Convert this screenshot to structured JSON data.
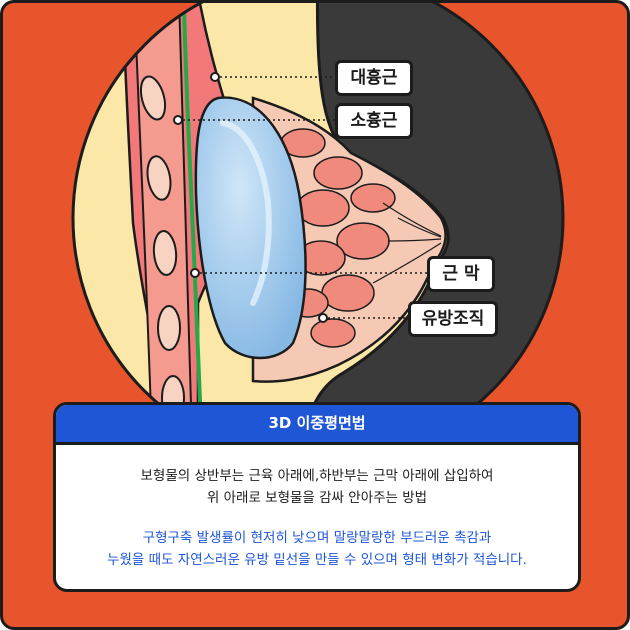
{
  "colors": {
    "background": "#E8542B",
    "accent_blue": "#1E56D6",
    "outline": "#1c1c1c",
    "skin": "#FBE7A8",
    "muscle": "#F2787A",
    "implant": "#9CC6EA",
    "fascia": "#26A84A",
    "gland": "#F3B8A8",
    "dark": "#3A3A3A"
  },
  "labels": {
    "major_muscle": "대흉근",
    "minor_muscle": "소흉근",
    "fascia": "근 막",
    "breast_tissue": "유방조직"
  },
  "card": {
    "title": "3D 이중평면법",
    "description_lines": [
      "보형물의 상반부는 근육 아래에,하반부는 근막 아래에 삽입하여",
      "위 아래로 보형물을 감싸 안아주는 방법"
    ],
    "highlight_lines": [
      "구형구축 발생률이 현저히 낮으며 말랑말랑한 부드러운 촉감과",
      "누웠을 때도 자연스러운 유방 밑선을 만들 수 있으며 형태 변화가 적습니다."
    ]
  }
}
